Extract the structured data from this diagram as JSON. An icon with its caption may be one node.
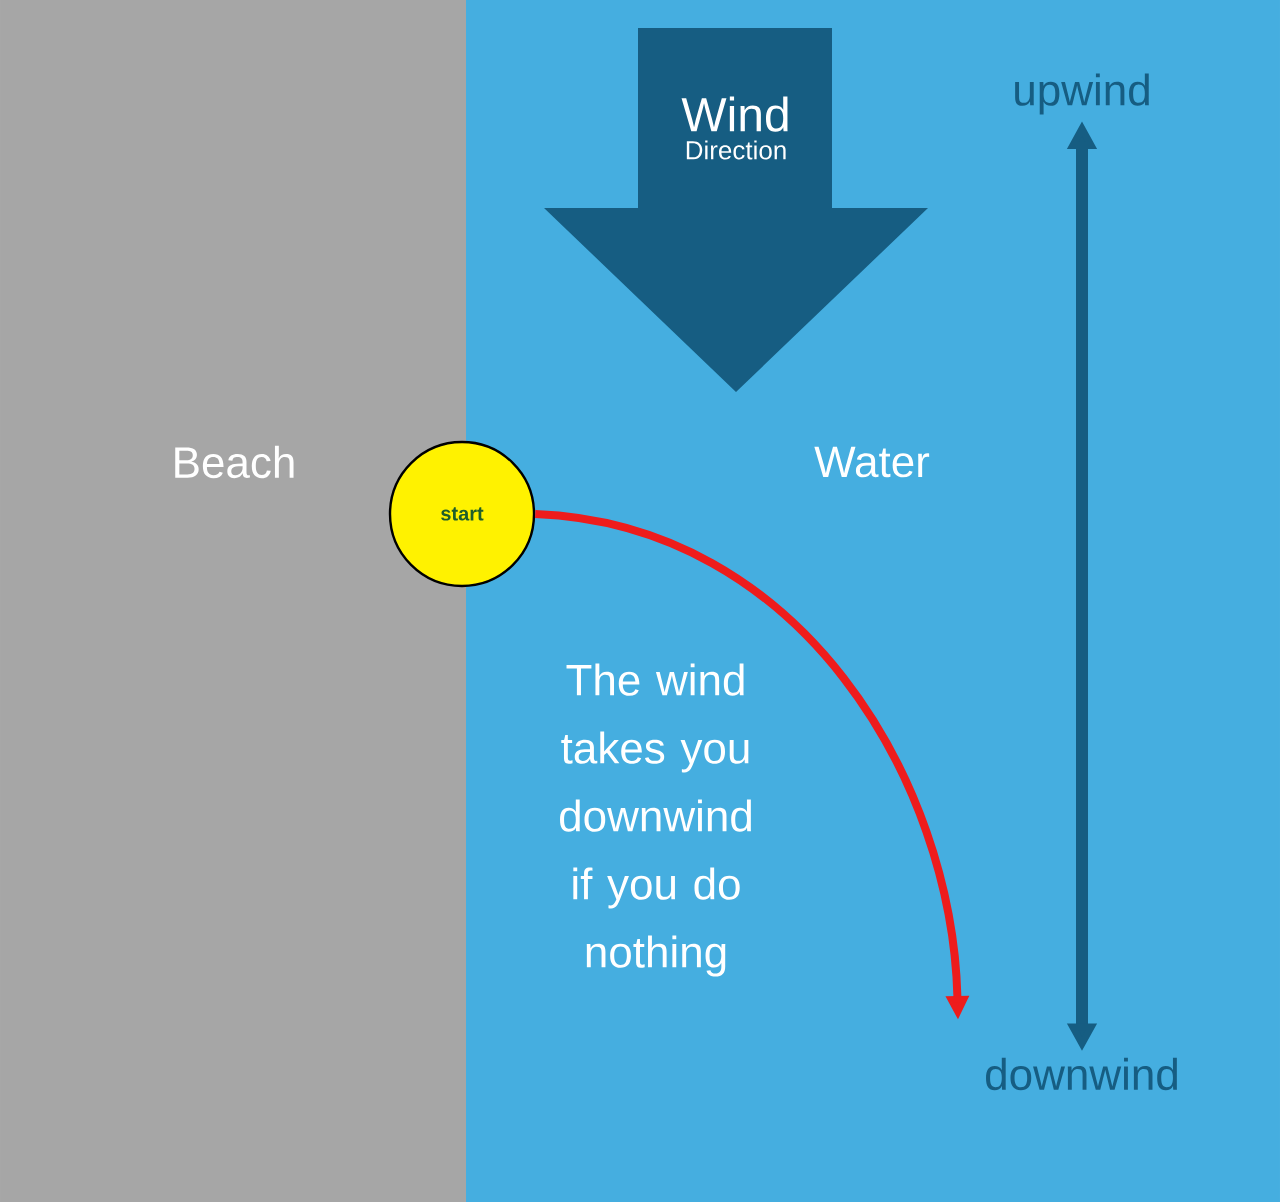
{
  "diagram": {
    "nodes": [
      {
        "text": [
          "Beach"
        ]
      },
      {
        "text": [
          "Water"
        ]
      },
      {
        "text": [
          "Wind",
          "Direction"
        ],
        "in": 1
      },
      {
        "text": [
          "start"
        ]
      },
      {
        "text": [
          "upwind"
        ],
        "in": 1
      },
      {
        "text": [
          "downwind"
        ],
        "in": 1
      }
    ],
    "edges": [
      {
        "from": 3,
        "to": null,
        "arrow": "to",
        "color": "#ee1c1c"
      },
      {
        "from": 4,
        "to": 5,
        "arrow": "both",
        "color": "#165d82"
      }
    ],
    "labels": [
      "The wind takes you downwind if you do nothing"
    ]
  }
}
